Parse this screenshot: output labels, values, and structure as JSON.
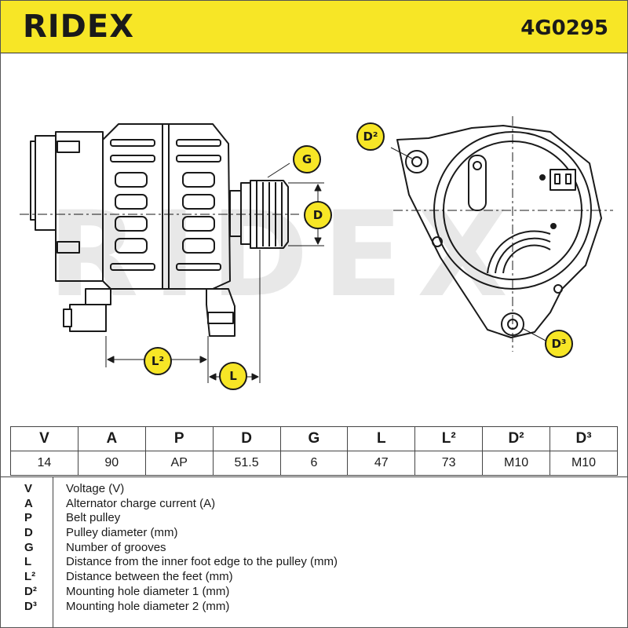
{
  "header": {
    "brand": "RIDEX",
    "part_number": "4G0295",
    "colors": {
      "background": "#f7e626",
      "text": "#1a1a1a"
    }
  },
  "drawing": {
    "watermark": "RIDEX",
    "callouts": {
      "G": "G",
      "D": "D",
      "L2": "L²",
      "L": "L",
      "D2": "D²",
      "D3": "D³"
    }
  },
  "spec_table": {
    "headers": [
      "V",
      "A",
      "P",
      "D",
      "G",
      "L",
      "L²",
      "D²",
      "D³"
    ],
    "values": [
      "14",
      "90",
      "AP",
      "51.5",
      "6",
      "47",
      "73",
      "M10",
      "M10"
    ]
  },
  "legend": [
    {
      "code": "V",
      "description": "Voltage (V)"
    },
    {
      "code": "A",
      "description": "Alternator charge current (A)"
    },
    {
      "code": "P",
      "description": "Belt pulley"
    },
    {
      "code": "D",
      "description": "Pulley diameter (mm)"
    },
    {
      "code": "G",
      "description": "Number of grooves"
    },
    {
      "code": "L",
      "description": "Distance from the inner foot edge to the pulley (mm)"
    },
    {
      "code": "L²",
      "description": "Distance between the feet (mm)"
    },
    {
      "code": "D²",
      "description": "Mounting hole diameter 1 (mm)"
    },
    {
      "code": "D³",
      "description": "Mounting hole diameter 2 (mm)"
    }
  ]
}
